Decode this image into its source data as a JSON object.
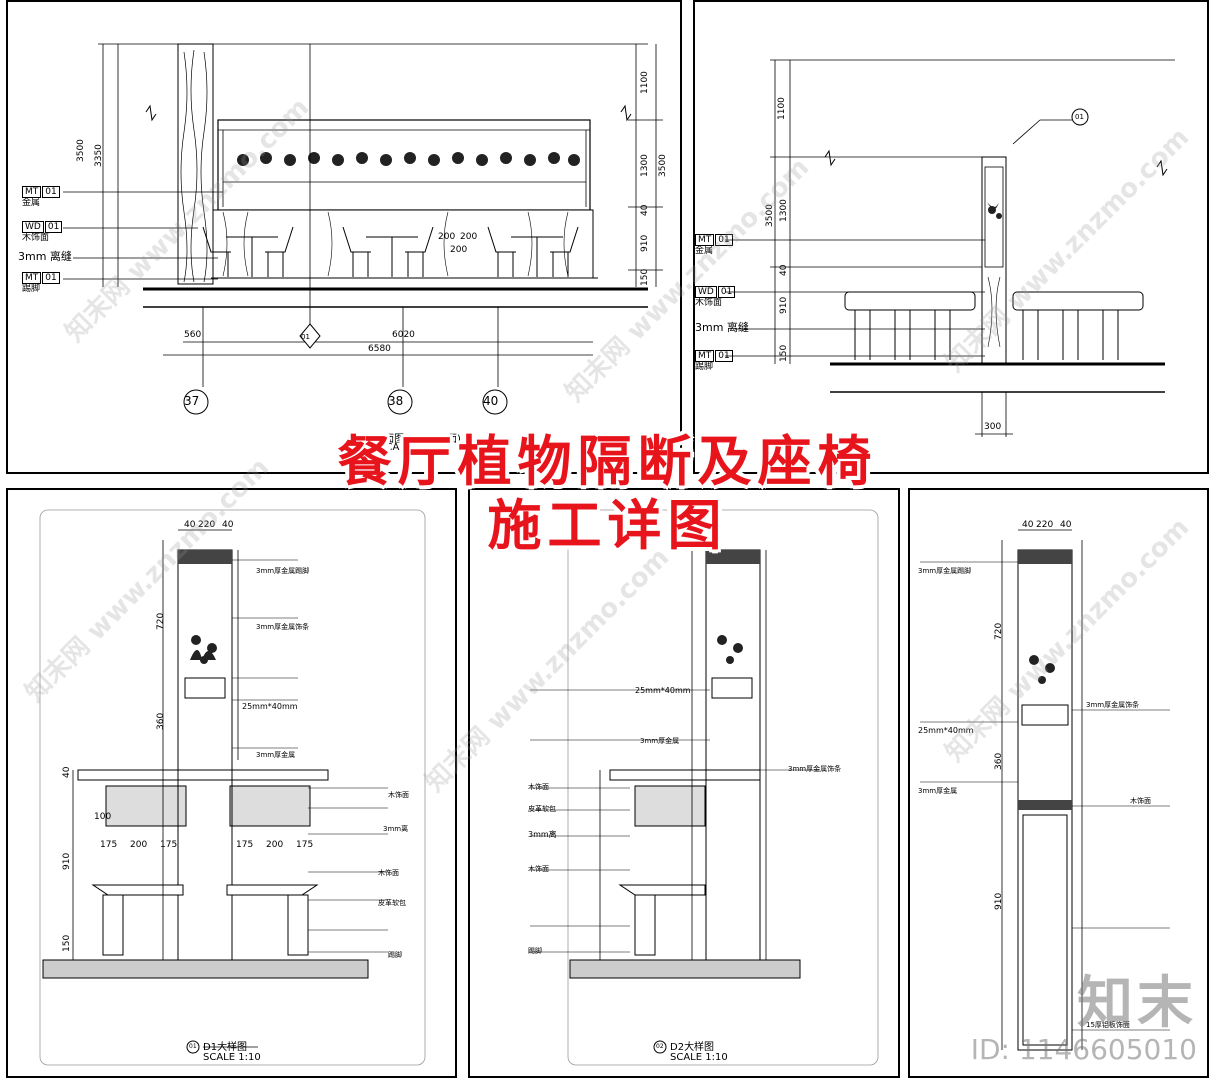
{
  "title": {
    "line1": "餐厅植物隔断及座椅",
    "line2": "施工详图"
  },
  "brand": {
    "logo": "知末",
    "id": "ID: 1146605010"
  },
  "watermark": {
    "text": "知末网 www.znzmo.com"
  },
  "colors": {
    "title_red": "#e8141c",
    "line": "#000000",
    "watermark": "#999999"
  },
  "panel_e13": {
    "caption": "E13立面图(同E15立面)",
    "scale": "SCALE 1:50",
    "dims_left": [
      "3500",
      "3350"
    ],
    "dims_right": [
      "1100",
      "1300",
      "3500",
      "40",
      "910",
      "150"
    ],
    "dims_bottom": [
      "560",
      "6020",
      "6580"
    ],
    "dims_top_inner": [
      "200",
      "200",
      "200"
    ],
    "grid": [
      "37",
      "38",
      "40"
    ],
    "section_mark": "01",
    "labels": [
      {
        "code": "MT",
        "num": "01",
        "text": "金属"
      },
      {
        "code": "WD",
        "num": "01",
        "text": "木饰面"
      },
      {
        "code": "",
        "num": "",
        "text": "3mm 离缝"
      },
      {
        "code": "MT",
        "num": "01",
        "text": "踢脚"
      }
    ]
  },
  "panel_side": {
    "dims_left": [
      "1100",
      "3500",
      "1300",
      "40",
      "910",
      "150"
    ],
    "dim_bottom": "300",
    "callout": "01",
    "labels": [
      {
        "code": "MT",
        "num": "01",
        "text": "金属"
      },
      {
        "code": "WD",
        "num": "01",
        "text": "木饰面"
      },
      {
        "code": "",
        "num": "",
        "text": "3mm 离缝"
      },
      {
        "code": "MT",
        "num": "01",
        "text": "踢脚"
      }
    ]
  },
  "panel_d1": {
    "caption": "D1大样图",
    "scale": "SCALE 1:10",
    "mark": "01",
    "dims_top": [
      "40",
      "220",
      "40"
    ],
    "dims_left": [
      "720",
      "360",
      "40",
      "100",
      "910",
      "150"
    ],
    "dims_mid": [
      "175",
      "200",
      "175",
      "175",
      "200",
      "175"
    ],
    "notes": [
      "3mm厚金属踢脚",
      "3mm厚金属饰条",
      "25mm*40mm",
      "3mm厚金属",
      "木饰面",
      "3mm离",
      "木饰面",
      "皮革软包",
      "踢脚"
    ]
  },
  "panel_d2": {
    "caption": "D2大样图",
    "scale": "SCALE 1:10",
    "mark": "02",
    "notes": [
      "25mm*40mm",
      "3mm厚金属",
      "3mm离",
      "木饰面",
      "皮革软包",
      "木饰面",
      "踢脚",
      "3mm厚金属饰条"
    ]
  },
  "panel_d3": {
    "dims_top": [
      "40",
      "220",
      "40"
    ],
    "dims_left": [
      "720",
      "360",
      "910"
    ],
    "notes": [
      "3mm厚金属踢脚",
      "25mm*40mm",
      "3mm厚金属",
      "3mm厚金属饰条",
      "木饰面",
      "15厚铝板饰面"
    ]
  }
}
